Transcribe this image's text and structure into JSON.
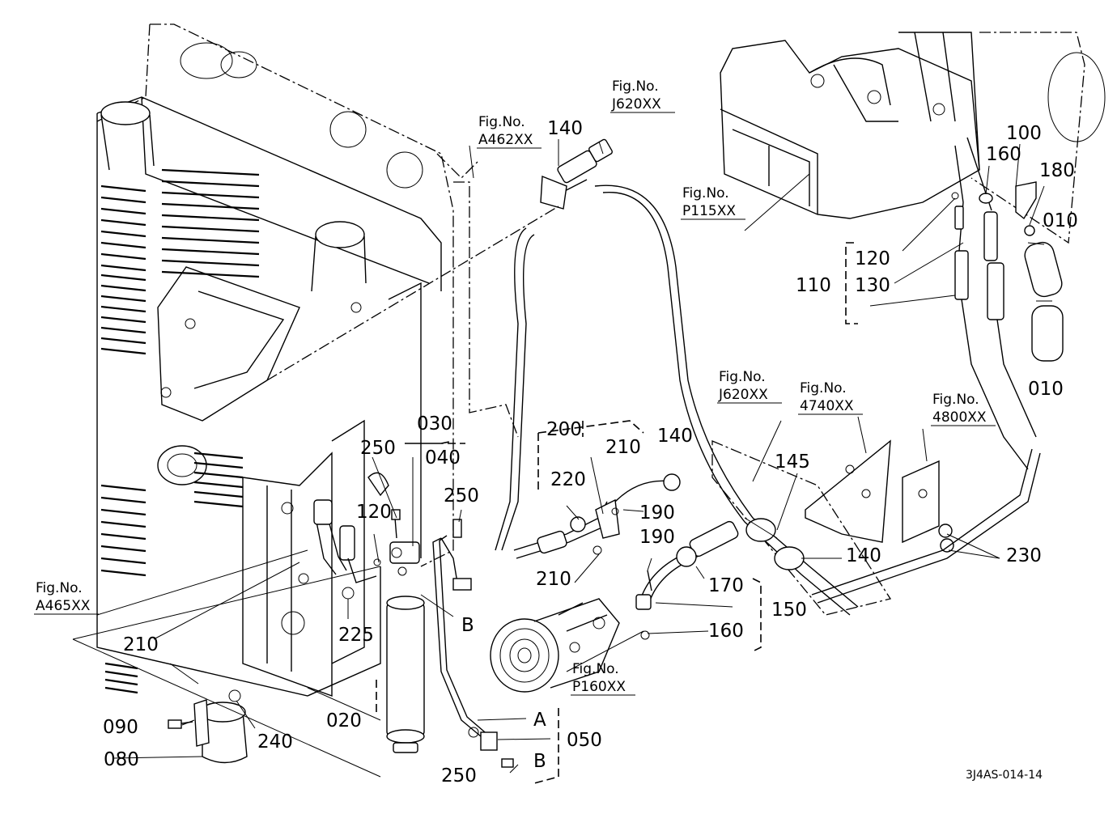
{
  "callouts": [
    {
      "text": "140",
      "anchor": "end"
    },
    {
      "text": "030",
      "anchor": "start"
    },
    {
      "text": "250",
      "anchor": "start"
    },
    {
      "text": "040",
      "anchor": "start"
    },
    {
      "text": "250",
      "anchor": "start"
    },
    {
      "text": "120",
      "anchor": "start"
    },
    {
      "text": "200",
      "anchor": "start"
    },
    {
      "text": "210",
      "anchor": "start"
    },
    {
      "text": "140",
      "anchor": "start"
    },
    {
      "text": "220",
      "anchor": "start"
    },
    {
      "text": "190",
      "anchor": "start"
    },
    {
      "text": "190",
      "anchor": "start"
    },
    {
      "text": "210",
      "anchor": "start"
    },
    {
      "text": "170",
      "anchor": "start"
    },
    {
      "text": "150",
      "anchor": "start"
    },
    {
      "text": "160",
      "anchor": "start"
    },
    {
      "text": "145",
      "anchor": "start"
    },
    {
      "text": "140",
      "anchor": "start"
    },
    {
      "text": "230",
      "anchor": "start"
    },
    {
      "text": "100",
      "anchor": "start"
    },
    {
      "text": "160",
      "anchor": "start"
    },
    {
      "text": "180",
      "anchor": "start"
    },
    {
      "text": "010",
      "anchor": "start"
    },
    {
      "text": "120",
      "anchor": "start"
    },
    {
      "text": "110",
      "anchor": "start"
    },
    {
      "text": "130",
      "anchor": "start"
    },
    {
      "text": "010",
      "anchor": "start"
    },
    {
      "text": "210",
      "anchor": "start"
    },
    {
      "text": "225",
      "anchor": "start"
    },
    {
      "text": "020",
      "anchor": "start"
    },
    {
      "text": "090",
      "anchor": "start"
    },
    {
      "text": "240",
      "anchor": "start"
    },
    {
      "text": "080",
      "anchor": "start"
    },
    {
      "text": "050",
      "anchor": "start"
    },
    {
      "text": "250",
      "anchor": "start"
    },
    {
      "text": "A",
      "anchor": "start"
    },
    {
      "text": "B",
      "anchor": "start"
    },
    {
      "text": "B",
      "anchor": "start"
    }
  ],
  "figure_refs": [
    {
      "label": "Fig.No.",
      "code": "A462XX"
    },
    {
      "label": "Fig.No.",
      "code": "J620XX"
    },
    {
      "label": "Fig.No.",
      "code": "P115XX"
    },
    {
      "label": "Fig.No.",
      "code": "J620XX"
    },
    {
      "label": "Fig.No.",
      "code": "4740XX"
    },
    {
      "label": "Fig.No.",
      "code": "4800XX"
    },
    {
      "label": "Fig.No.",
      "code": "A465XX"
    },
    {
      "label": "Fig.No.",
      "code": "P160XX"
    }
  ],
  "drawing_code": "3J4AS-014-14"
}
